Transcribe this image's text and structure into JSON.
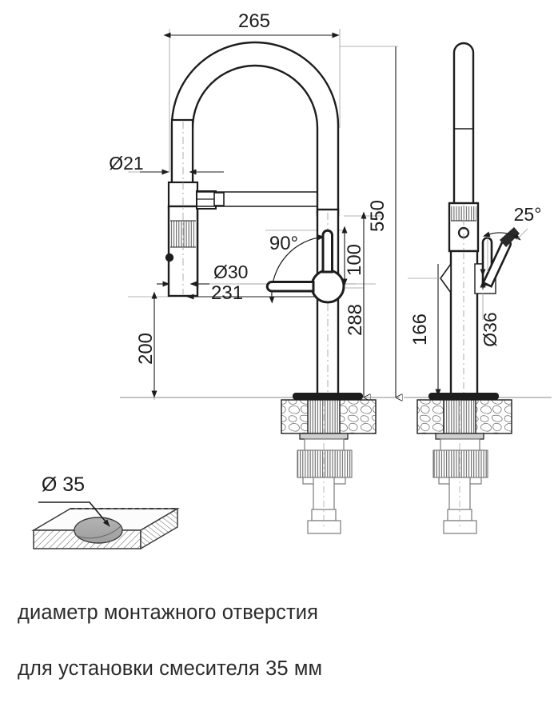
{
  "document": {
    "type": "technical-drawing",
    "subject": "kitchen-faucet-dimensions",
    "background_color": "#ffffff",
    "line_color": "#1d1d1d",
    "hatch_color": "#9a9a9a"
  },
  "caption": {
    "text": "диаметр монтажного отверстия\nдля установки смесителя 35 мм",
    "line1": "диаметр монтажного отверстия",
    "line2": "для установки смесителя 35 мм"
  },
  "front_view": {
    "name": "front-elevation",
    "dimensions": {
      "overall_width": "265",
      "spout_tube_diameter": "Ø21",
      "body_diameter": "Ø30",
      "spout_reach": "231",
      "sprayer_height": "200",
      "overall_height": "550",
      "handle_clearance": "100",
      "body_height": "288",
      "handle_rotation": "90°"
    }
  },
  "side_view": {
    "name": "side-elevation",
    "dimensions": {
      "handle_tilt": "25°",
      "base_diameter": "Ø36",
      "body_height": "166"
    }
  },
  "mounting_detail": {
    "name": "countertop-mounting-hole",
    "hole_diameter": "Ø 35"
  }
}
